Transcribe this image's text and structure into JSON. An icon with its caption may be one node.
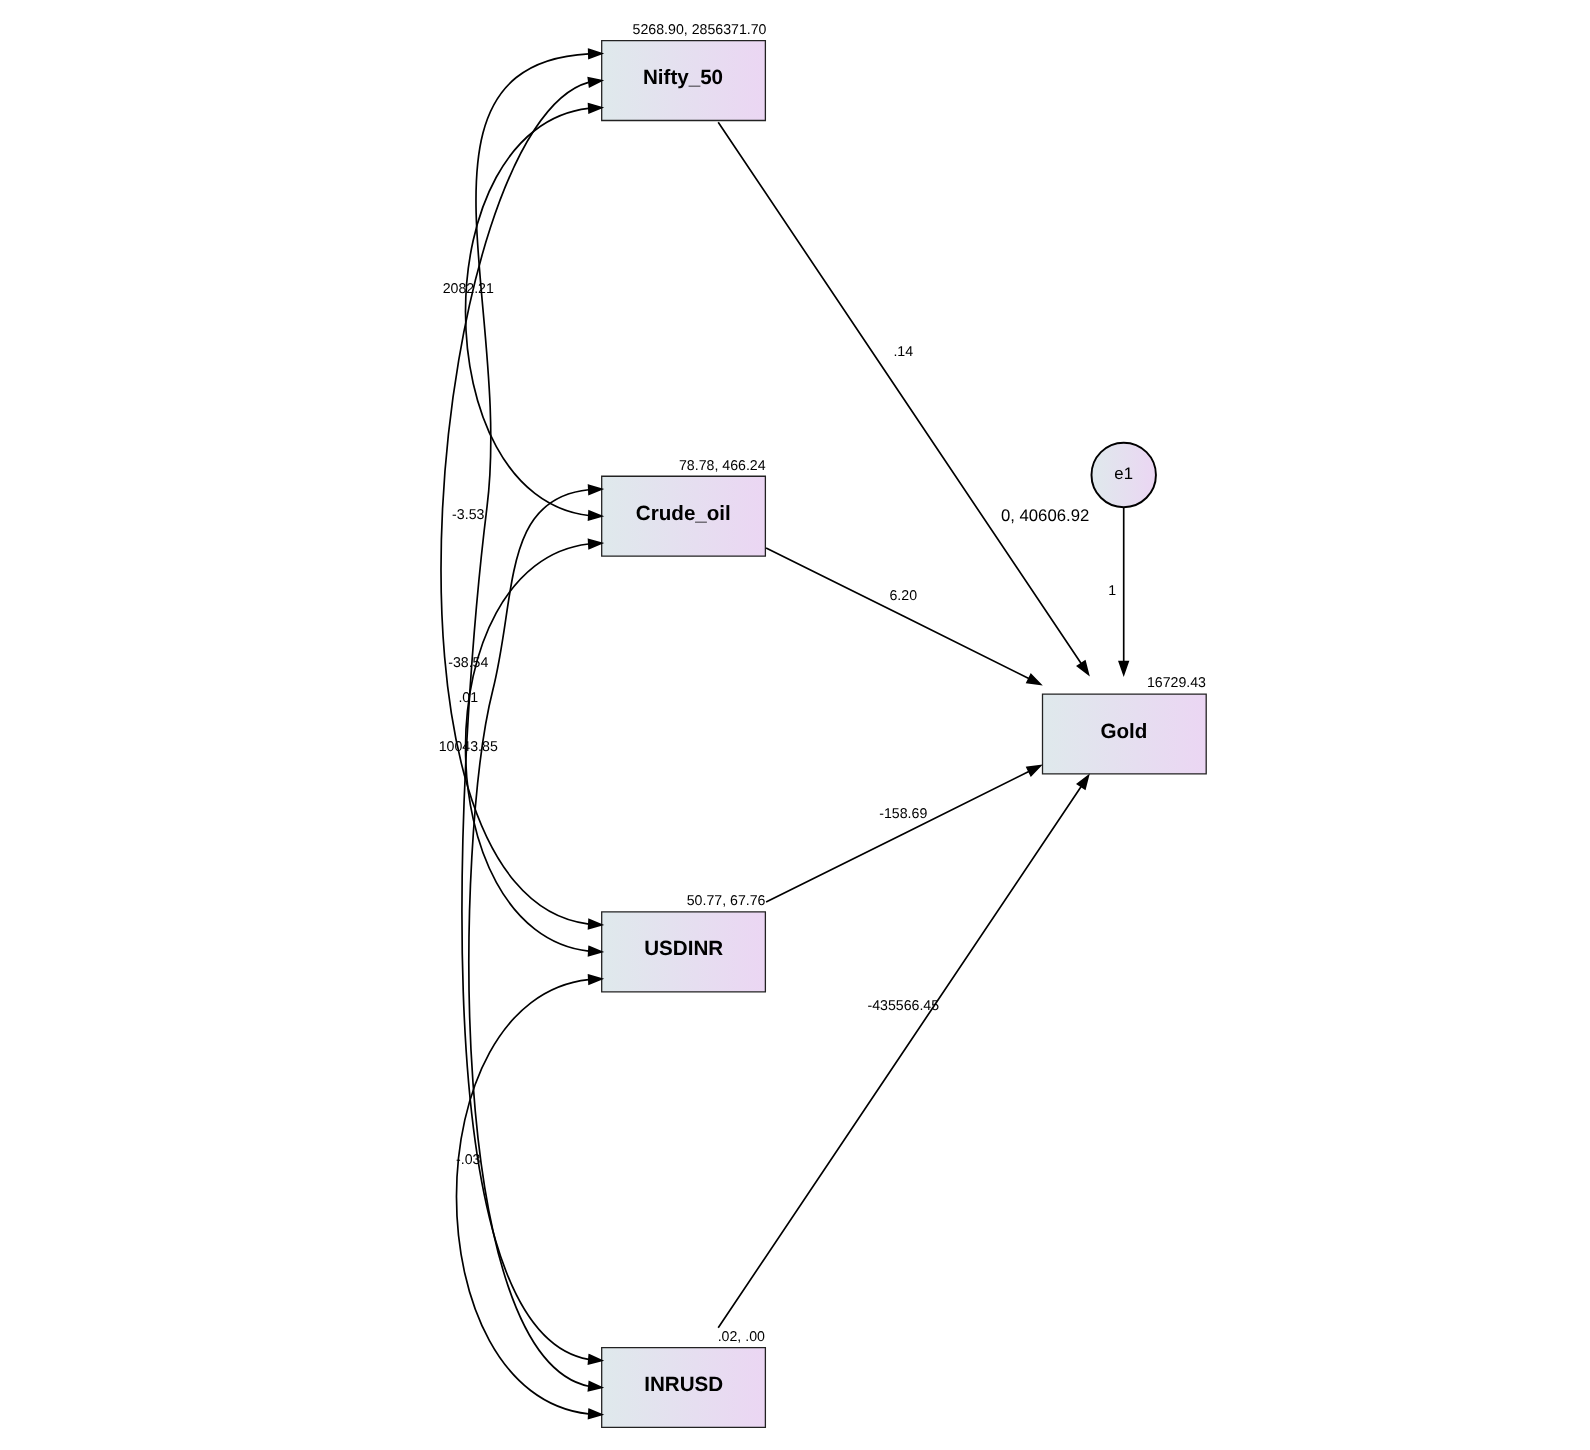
{
  "diagram": {
    "nodes": [
      {
        "text": [
          "Nifty_50"
        ],
        "beside": [
          "5268.90, 2856371.70"
        ]
      },
      {
        "text": [
          "Crude_oil"
        ],
        "beside": [
          "78.78, 466.24"
        ]
      },
      {
        "text": [
          "USDINR"
        ],
        "beside": [
          "50.77, 67.76"
        ]
      },
      {
        "text": [
          "INRUSD"
        ],
        "beside": [
          ".02, .00"
        ]
      },
      {
        "text": [
          "e1"
        ],
        "beside": [
          "0, 40606.92"
        ]
      },
      {
        "text": [
          "Gold"
        ],
        "beside": [
          "16729.43"
        ]
      }
    ],
    "edges": [
      {
        "from": 0,
        "to": 1,
        "arrow": "both",
        "label": "2082.21"
      },
      {
        "from": 0,
        "to": 2,
        "arrow": "both",
        "label": "10043.85"
      },
      {
        "from": 0,
        "to": 3,
        "arrow": "both",
        "label": "-3.53"
      },
      {
        "from": 1,
        "to": 2,
        "arrow": "both",
        "label": "-38.54"
      },
      {
        "from": 1,
        "to": 3,
        "arrow": "both",
        "label": ".01"
      },
      {
        "from": 2,
        "to": 3,
        "arrow": "both",
        "label": "-.03"
      },
      {
        "from": 0,
        "to": 5,
        "arrow": "to",
        "label": ".14"
      },
      {
        "from": 1,
        "to": 5,
        "arrow": "to",
        "label": "6.20"
      },
      {
        "from": 2,
        "to": 5,
        "arrow": "to",
        "label": "-158.69"
      },
      {
        "from": 3,
        "to": 5,
        "arrow": "to",
        "label": "-435566.45"
      },
      {
        "from": 4,
        "to": 5,
        "arrow": "to",
        "label": "1"
      }
    ]
  }
}
